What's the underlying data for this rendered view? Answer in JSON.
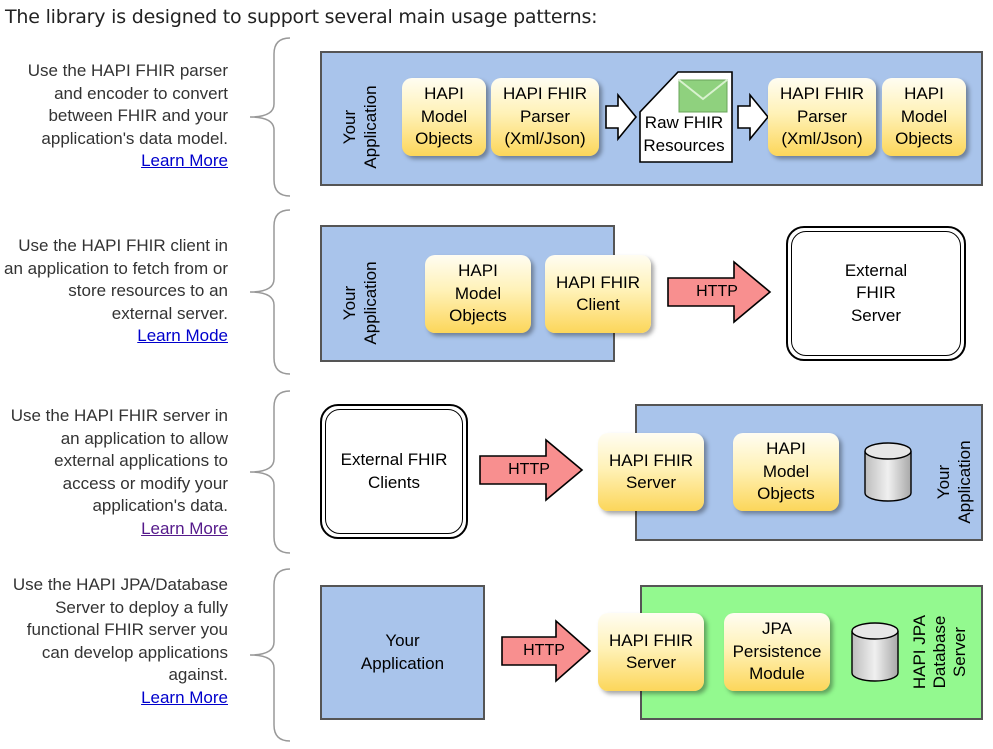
{
  "intro": "The library is designed to support several main usage patterns:",
  "rows": [
    {
      "description": "Use the HAPI FHIR parser and encoder to convert between FHIR and your application's data model.",
      "link": "Learn More",
      "app_label": "Your\nApplication",
      "model_left": "HAPI\nModel\nObjects",
      "parser_left": "HAPI FHIR\nParser\n(Xml/Json)",
      "raw": "Raw FHIR\nResources",
      "parser_right": "HAPI FHIR\nParser\n(Xml/Json)",
      "model_right": "HAPI\nModel\nObjects"
    },
    {
      "description": "Use the HAPI FHIR client in an application to fetch from or store resources to an external server.",
      "link": "Learn Mode",
      "app_label": "Your\nApplication",
      "model": "HAPI\nModel\nObjects",
      "client": "HAPI FHIR\nClient",
      "http": "HTTP",
      "external": "External\nFHIR\nServer"
    },
    {
      "description": "Use the HAPI FHIR server in an application to allow external applications to access or modify your application's data.",
      "link": "Learn More",
      "external": "External FHIR\nClients",
      "http": "HTTP",
      "server": "HAPI FHIR\nServer",
      "model": "HAPI\nModel\nObjects",
      "app_label": "Your\nApplication"
    },
    {
      "description": "Use the HAPI JPA/Database Server to deploy a fully functional FHIR server you can develop applications against.",
      "link": "Learn More",
      "app": "Your\nApplication",
      "http": "HTTP",
      "server": "HAPI FHIR\nServer",
      "jpa": "JPA\nPersistence\nModule",
      "jpa_server_label": "HAPI JPA\nDatabase\nServer"
    }
  ],
  "colors": {
    "app_blue": "#a9c4eb",
    "jpa_green": "#93f98f",
    "http_arrow": "#f88f8f",
    "box_gold": "#fcd65a",
    "link": "#0000cc"
  },
  "icons": [
    "curly-brace-icon",
    "hollow-arrow-icon",
    "envelope-icon",
    "database-cylinder-icon",
    "http-arrow-icon"
  ]
}
